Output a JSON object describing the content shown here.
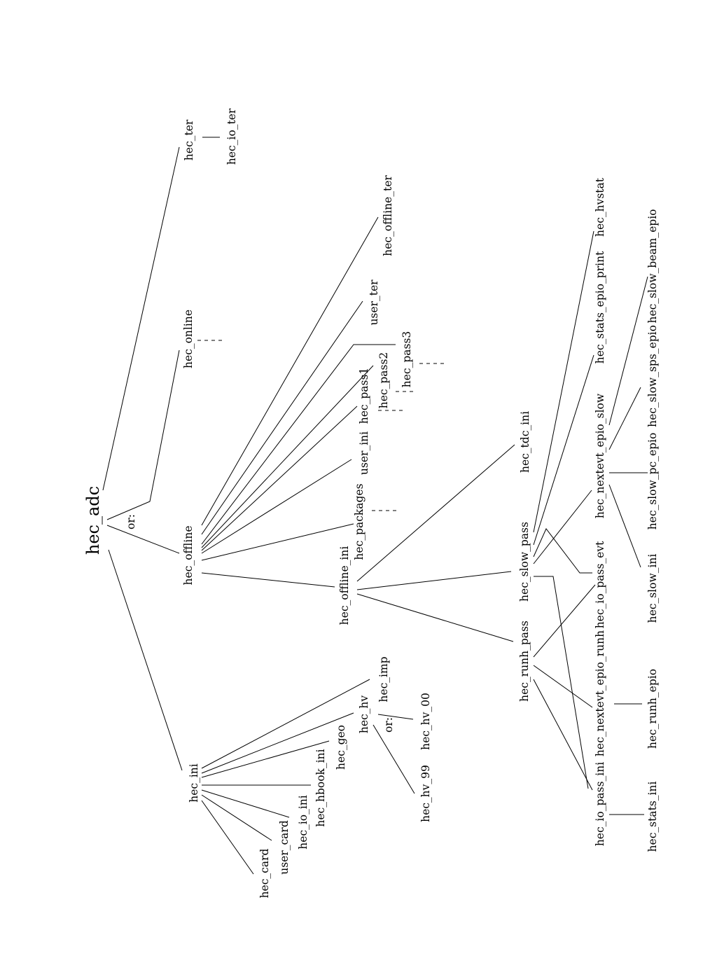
{
  "diagram": {
    "nodes": {
      "hec_adc": "hec_adc",
      "hec_ter": "hec_ter",
      "hec_io_ter": "hec_io_ter",
      "hec_online": "hec_online",
      "hec_offline": "hec_offline",
      "hec_ini": "hec_ini",
      "hec_offline_ter": "hec_offline_ter",
      "user_ter": "user_ter",
      "hec_pass3": "hec_pass3",
      "hec_pass2": "hec_pass2",
      "hec_pass1": "hec_pass1",
      "user_ini": "user_ini",
      "hec_packages": "hec_packages",
      "hec_offline_ini": "hec_offline_ini",
      "hec_tdc_ini": "hec_tdc_ini",
      "hec_slow_pass": "hec_slow_pass",
      "hec_runh_pass": "hec_runh_pass",
      "hec_hvstat": "hec_hvstat",
      "hec_stats_epio_print": "hec_stats_epio_print",
      "hec_nextevt_epio_slow": "hec_nextevt_epio_slow",
      "hec_io_pass_evt": "hec_io_pass_evt",
      "hec_nextevt_epio_runh": "hec_nextevt_epio_runh",
      "hec_io_pass_ini": "hec_io_pass_ini",
      "hec_slow_beam_epio": "hec_slow_beam_epio",
      "hec_slow_sps_epio": "hec_slow_sps_epio",
      "hec_slow_pc_epio": "hec_slow_pc_epio",
      "hec_slow_ini": "hec_slow_ini",
      "hec_runh_epio": "hec_runh_epio",
      "hec_stats_ini": "hec_stats_ini",
      "hec_imp": "hec_imp",
      "hec_hv": "hec_hv",
      "hec_hv_00": "hec_hv_00",
      "hec_hv_99": "hec_hv_99",
      "hec_geo": "hec_geo",
      "hec_hbook_ini": "hec_hbook_ini",
      "hec_io_ini": "hec_io_ini",
      "user_card": "user_card",
      "hec_card": "hec_card"
    },
    "or_labels": {
      "main": "or:",
      "hv": "or:"
    }
  }
}
